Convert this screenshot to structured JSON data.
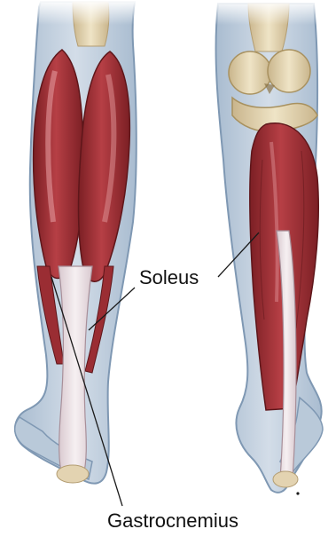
{
  "image": {
    "subject": "Posterior view of lower leg muscles",
    "colors": {
      "skin_outline": "#7f98b3",
      "skin_fill": "#c9d6e3",
      "bone": "#e6d9b8",
      "bone_shadow": "#c9b58c",
      "muscle_dark": "#7b1f24",
      "muscle": "#a8353b",
      "muscle_light": "#c9575c",
      "tendon": "#efe7ea",
      "leader_line": "#1a1a1a"
    }
  },
  "labels": {
    "soleus": "Soleus",
    "gastrocnemius": "Gastrocnemius"
  }
}
